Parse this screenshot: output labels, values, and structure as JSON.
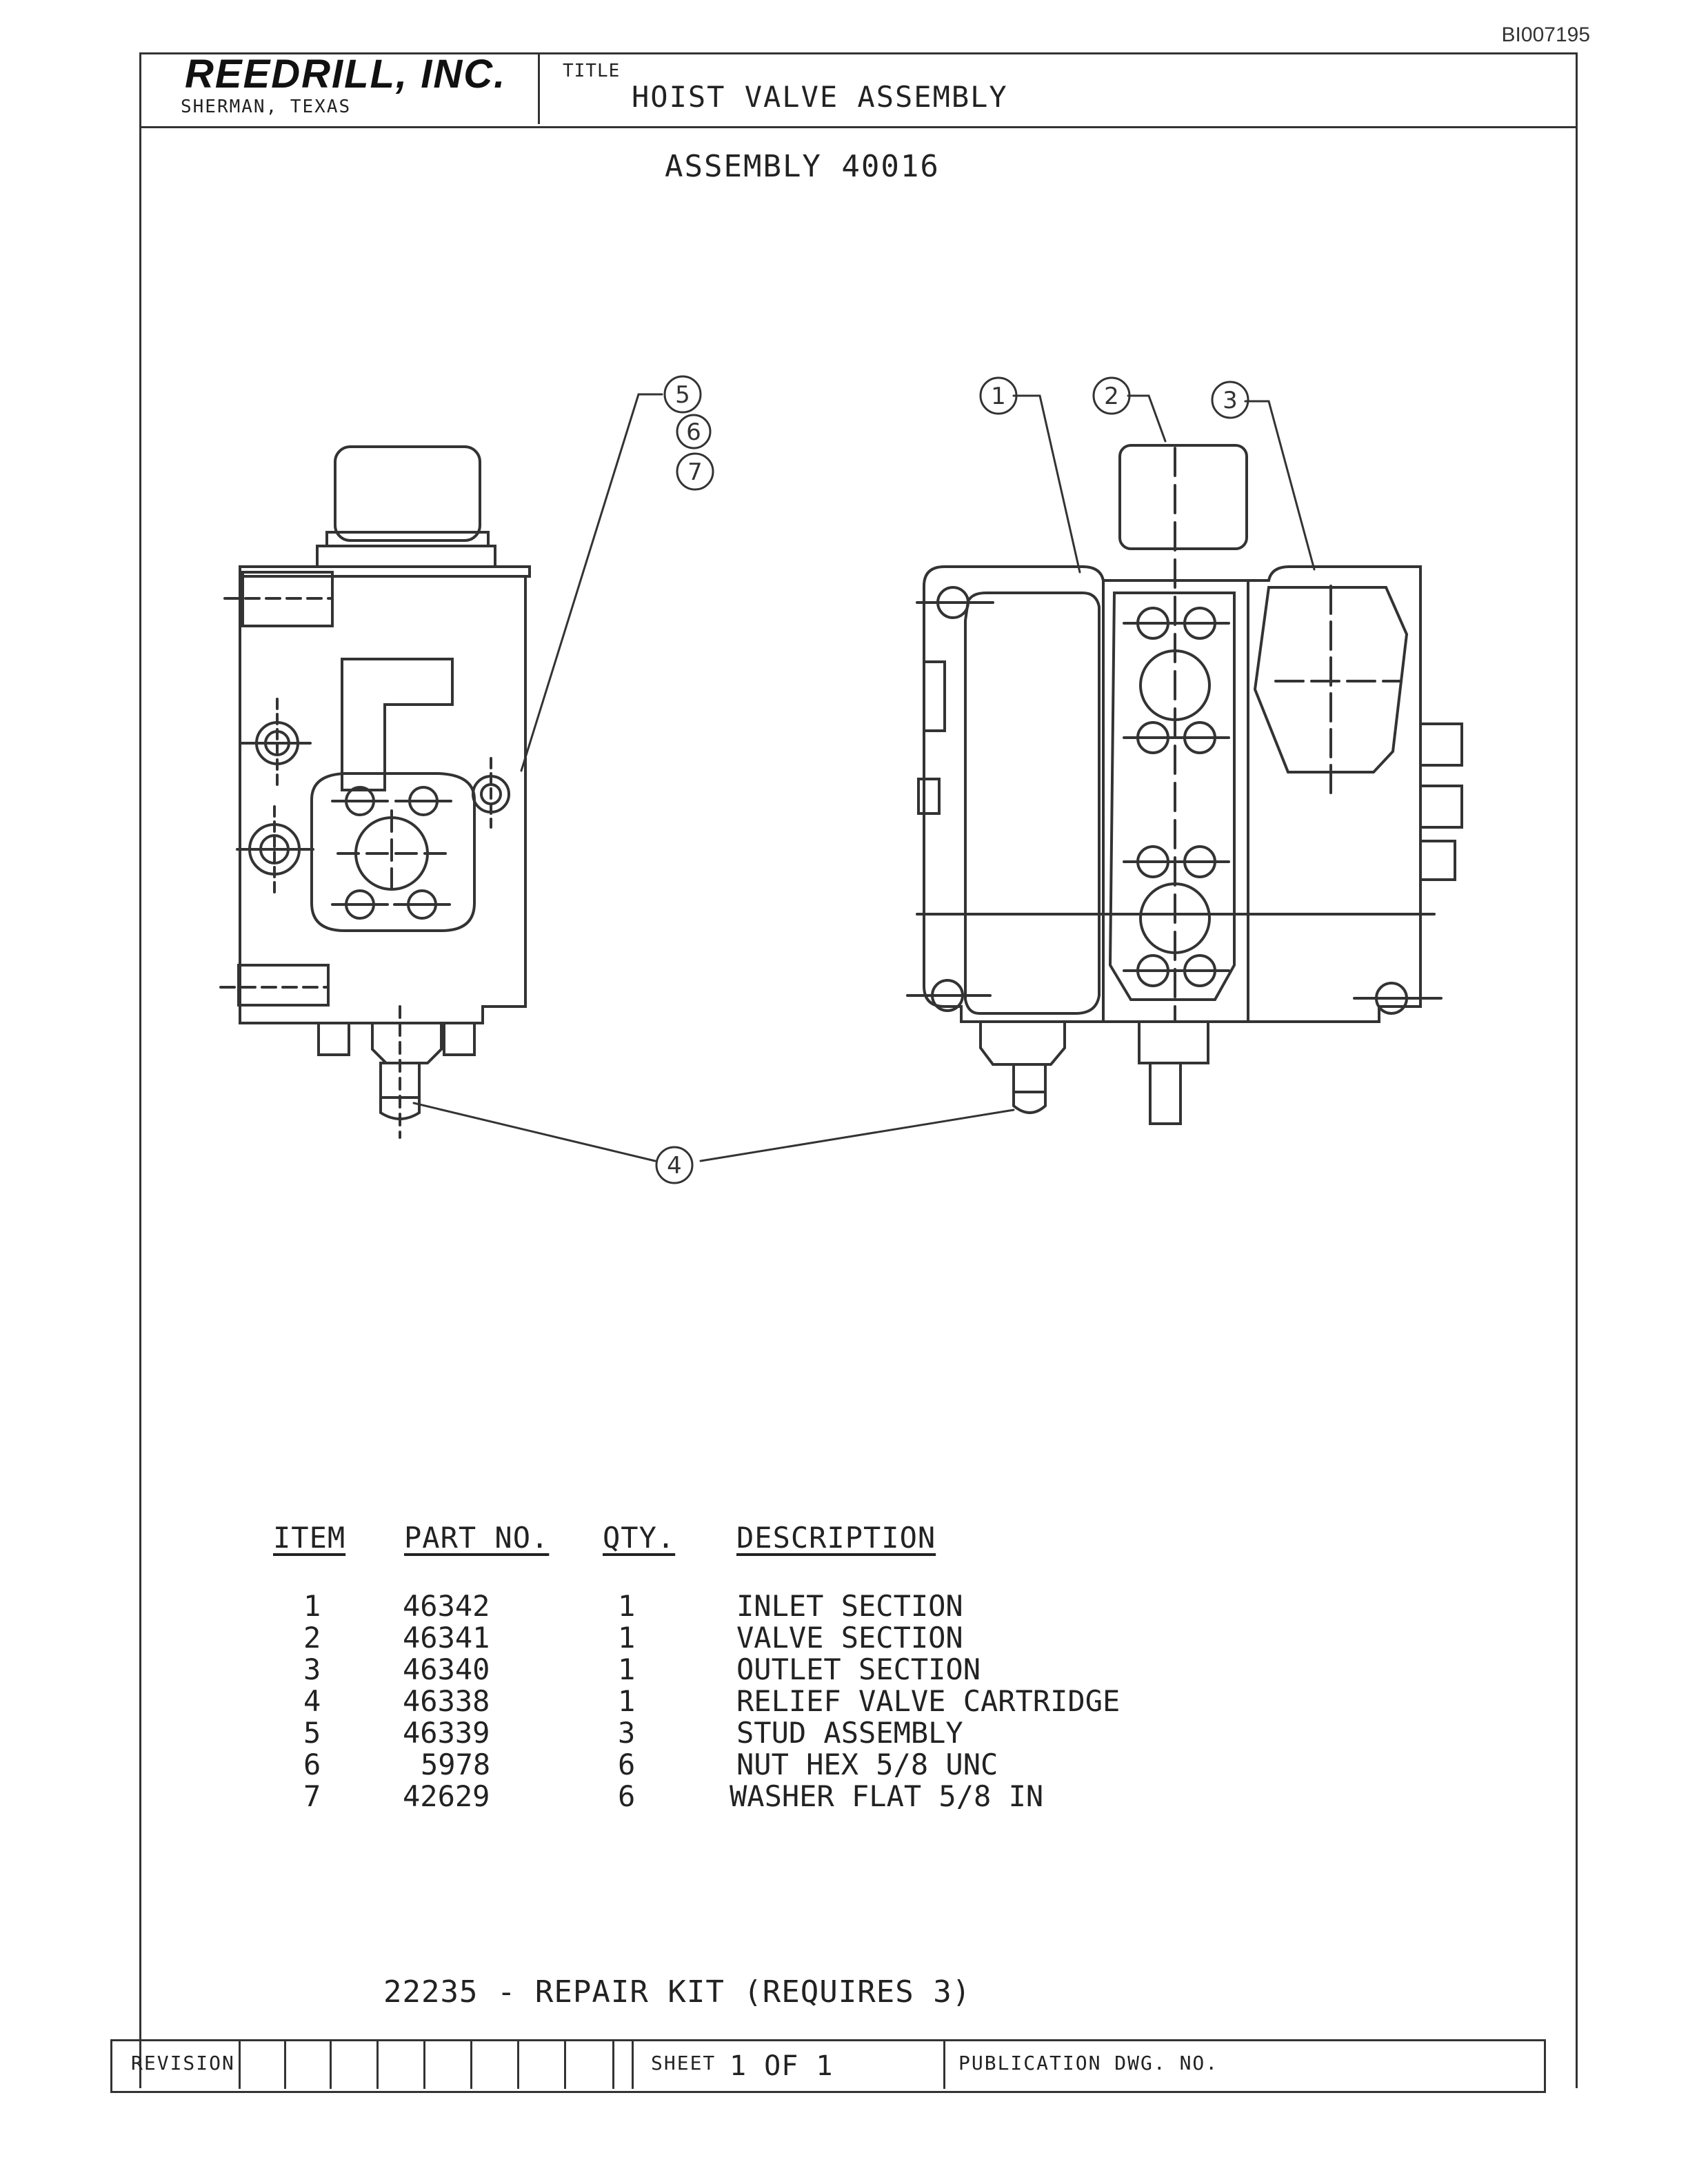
{
  "doc_id": "BI007195",
  "company": {
    "name": "REEDRILL, INC.",
    "location": "SHERMAN, TEXAS"
  },
  "title_block": {
    "label": "TITLE",
    "title": "HOIST VALVE ASSEMBLY"
  },
  "assembly": "ASSEMBLY 40016",
  "callouts": [
    "5",
    "6",
    "7",
    "1",
    "2",
    "3",
    "4"
  ],
  "parts_table": {
    "headers": {
      "item": "ITEM",
      "part_no": "PART NO.",
      "qty": "QTY.",
      "description": "DESCRIPTION"
    },
    "rows": [
      {
        "item": "1",
        "part_no": "46342",
        "qty": "1",
        "description": "INLET SECTION"
      },
      {
        "item": "2",
        "part_no": "46341",
        "qty": "1",
        "description": "VALVE SECTION"
      },
      {
        "item": "3",
        "part_no": "46340",
        "qty": "1",
        "description": "OUTLET SECTION"
      },
      {
        "item": "4",
        "part_no": "46338",
        "qty": "1",
        "description": "RELIEF VALVE CARTRIDGE"
      },
      {
        "item": "5",
        "part_no": "46339",
        "qty": "3",
        "description": "STUD ASSEMBLY"
      },
      {
        "item": "6",
        "part_no": "5978",
        "qty": "6",
        "description": "NUT HEX 5/8 UNC"
      },
      {
        "item": "7",
        "part_no": "42629",
        "qty": "6",
        "description": "WASHER FLAT 5/8 IN"
      }
    ]
  },
  "repair_kit": "22235 - REPAIR KIT (REQUIRES 3)",
  "footer": {
    "revision_label": "REVISION",
    "sheet_label": "SHEET",
    "sheet_value": "1 OF 1",
    "publication_label": "PUBLICATION DWG. NO."
  }
}
